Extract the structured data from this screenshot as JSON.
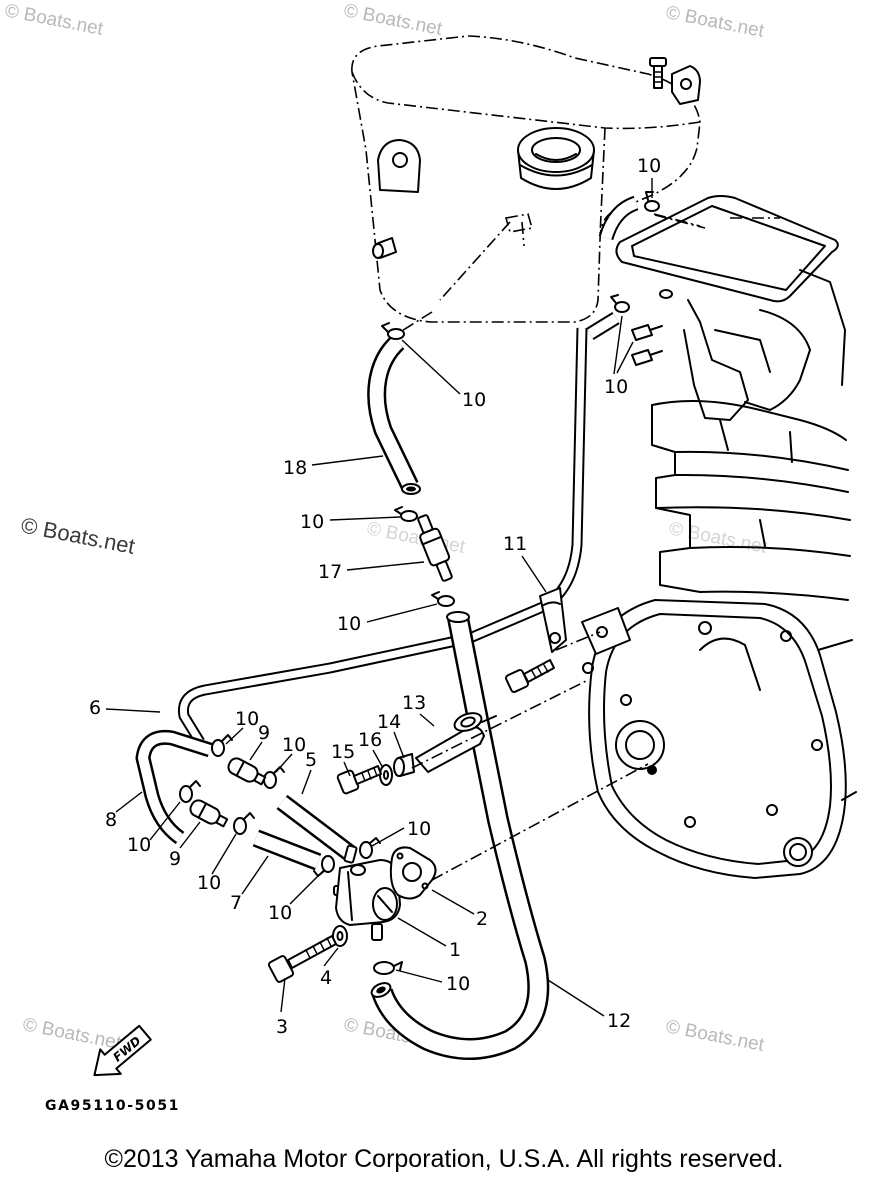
{
  "callouts": [
    "10",
    "10",
    "10",
    "18",
    "10",
    "17",
    "10",
    "11",
    "6",
    "13",
    "10",
    "9",
    "10",
    "5",
    "14",
    "16",
    "15",
    "8",
    "10",
    "9",
    "10",
    "7",
    "10",
    "10",
    "2",
    "1",
    "4",
    "10",
    "3",
    "12"
  ],
  "fwd_label": "FWD",
  "diagram_code": "GA95110-5051",
  "copyright": "©2013 Yamaha Motor Corporation, U.S.A. All rights reserved.",
  "watermarks": [
    "© Boats.net",
    "© Boats.net",
    "© Boats.net",
    "© Boats.net",
    "© Boats.net",
    "© Boats.net",
    "© Boats.net",
    "© Boats.net",
    "© Boats.net"
  ],
  "colors": {
    "line": "#000000",
    "background": "#ffffff",
    "watermark": "#b8b8b8"
  }
}
